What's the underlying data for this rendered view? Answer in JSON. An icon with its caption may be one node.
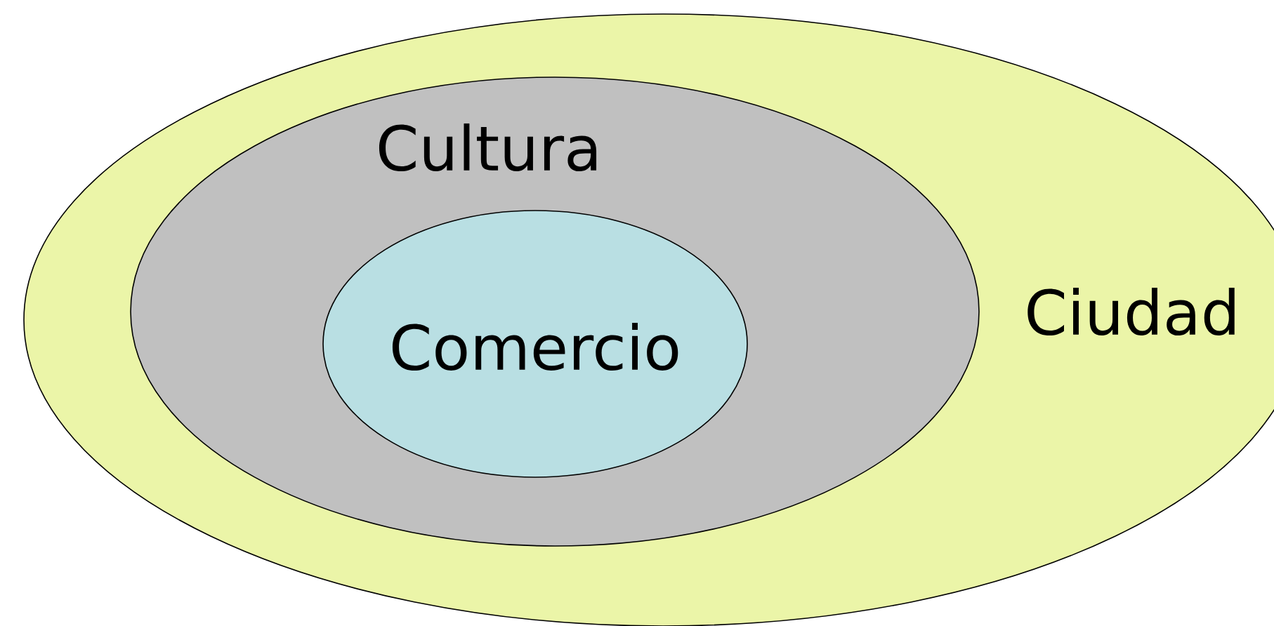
{
  "diagram": {
    "nodes": [
      {
        "text": [
          "Ciudad"
        ]
      },
      {
        "text": [
          "Cultura"
        ],
        "in": 0
      },
      {
        "text": [
          "Comercio"
        ],
        "in": 1
      }
    ]
  }
}
